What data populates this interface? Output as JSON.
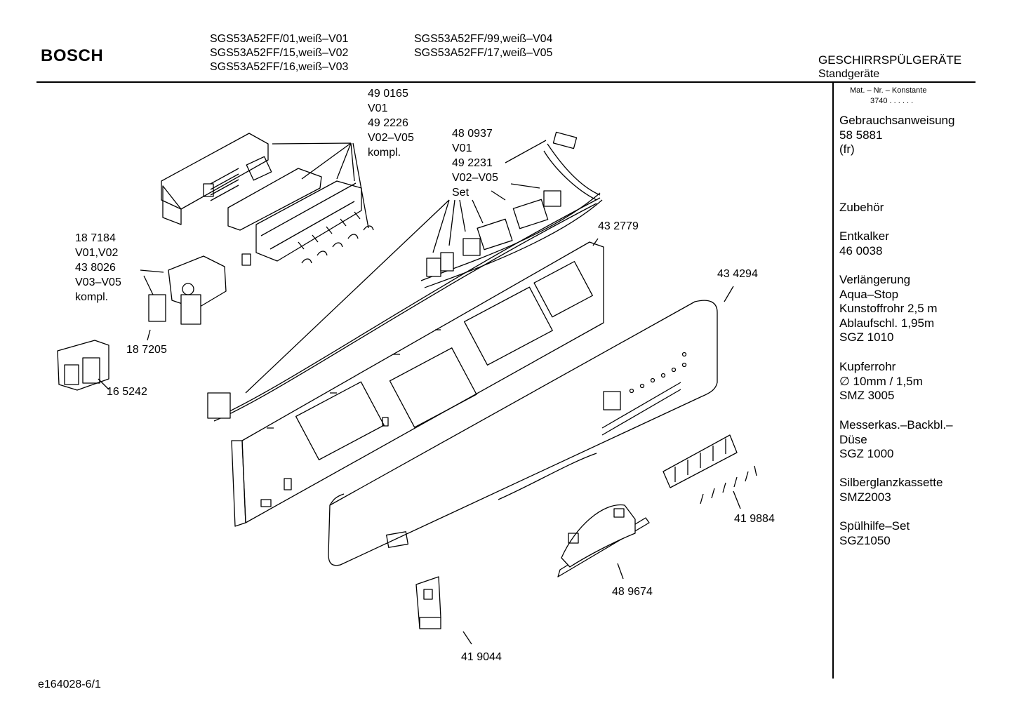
{
  "header": {
    "logo": "BOSCH",
    "models_col1": [
      "SGS53A52FF/01,weiß–V01",
      "SGS53A52FF/15,weiß–V02",
      "SGS53A52FF/16,weiß–V03"
    ],
    "models_col2": [
      "SGS53A52FF/99,weiß–V04",
      "SGS53A52FF/17,weiß–V05"
    ],
    "category": "GESCHIRRSPÜLGERÄTE",
    "subcategory": "Standgeräte"
  },
  "sidebar": {
    "mat_nr_label": "Mat. – Nr. – Konstante",
    "mat_nr_value": "3740  .  .  .  .  .  .",
    "blocks": [
      [
        "Gebrauchsanweisung",
        "58 5881",
        "(fr)"
      ],
      [
        "Zubehör"
      ],
      [
        "Entkalker",
        "46 0038"
      ],
      [
        "Verlängerung",
        "Aqua–Stop",
        "Kunstoffrohr 2,5 m",
        "Ablaufschl. 1,95m",
        "SGZ 1010"
      ],
      [
        "Kupferrohr",
        "∅ 10mm / 1,5m",
        "SMZ 3005"
      ],
      [
        "Messerkas.–Backbl.–",
        "Düse",
        "SGZ 1000"
      ],
      [
        "Silberglanzkassette",
        "SMZ2003"
      ],
      [
        "Spülhilfe–Set",
        "SGZ1050"
      ]
    ]
  },
  "part_labels": {
    "board": [
      "49 0165",
      "V01",
      "49 2226",
      "V02–V05",
      "kompl."
    ],
    "cable_set": [
      "48 0937",
      "V01",
      "49 2231",
      "V02–V05",
      "Set"
    ],
    "switch": [
      "18 7184",
      "V01,V02",
      "43 8026",
      "V03–V05",
      "kompl."
    ],
    "frame": "43 2779",
    "panel": "43 4294",
    "relay": "18 7205",
    "block": "16 5242",
    "buttons": "41 9884",
    "handle": "48 9674",
    "latch": "41 9044"
  },
  "footer": {
    "drawing_id": "e164028-6/1"
  }
}
